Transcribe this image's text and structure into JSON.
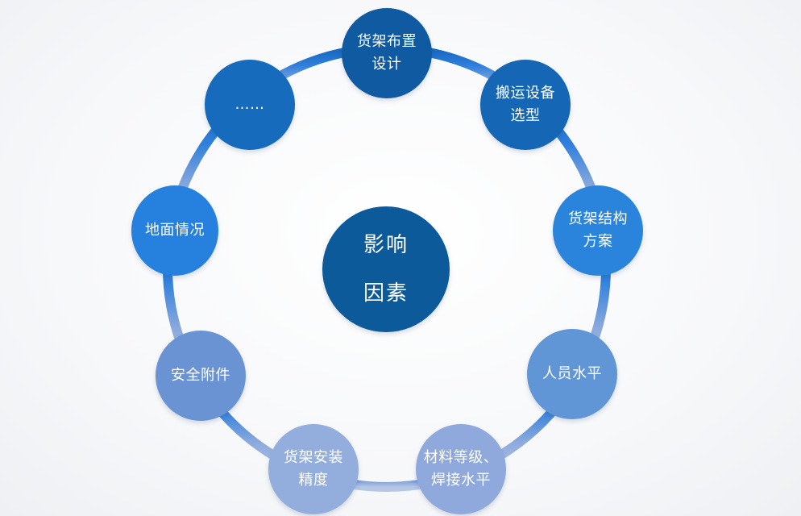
{
  "center": {
    "lines": [
      "影响",
      "因素"
    ],
    "color": "#0d5a9a"
  },
  "ring_color_gradient": [
    "#1565c0",
    "#2f7fdc",
    "#8aa9dc",
    "#b5c6e6"
  ],
  "nodes": [
    {
      "lines": [
        "货架布置",
        "设计"
      ],
      "color": "#0f5aa0"
    },
    {
      "lines": [
        "搬运设备",
        "选型"
      ],
      "color": "#1567b5"
    },
    {
      "lines": [
        "货架结构",
        "方案"
      ],
      "color": "#2a84dc"
    },
    {
      "lines": [
        "人员水平"
      ],
      "color": "#6096d6"
    },
    {
      "lines": [
        "材料等级、",
        "焊接水平"
      ],
      "color": "#8fa9dc"
    },
    {
      "lines": [
        "货架安装",
        "精度"
      ],
      "color": "#93aedd"
    },
    {
      "lines": [
        "安全附件"
      ],
      "color": "#6a93d4"
    },
    {
      "lines": [
        "地面情况"
      ],
      "color": "#2680dd"
    },
    {
      "lines": [
        "……"
      ],
      "color": "#166bbd"
    }
  ]
}
